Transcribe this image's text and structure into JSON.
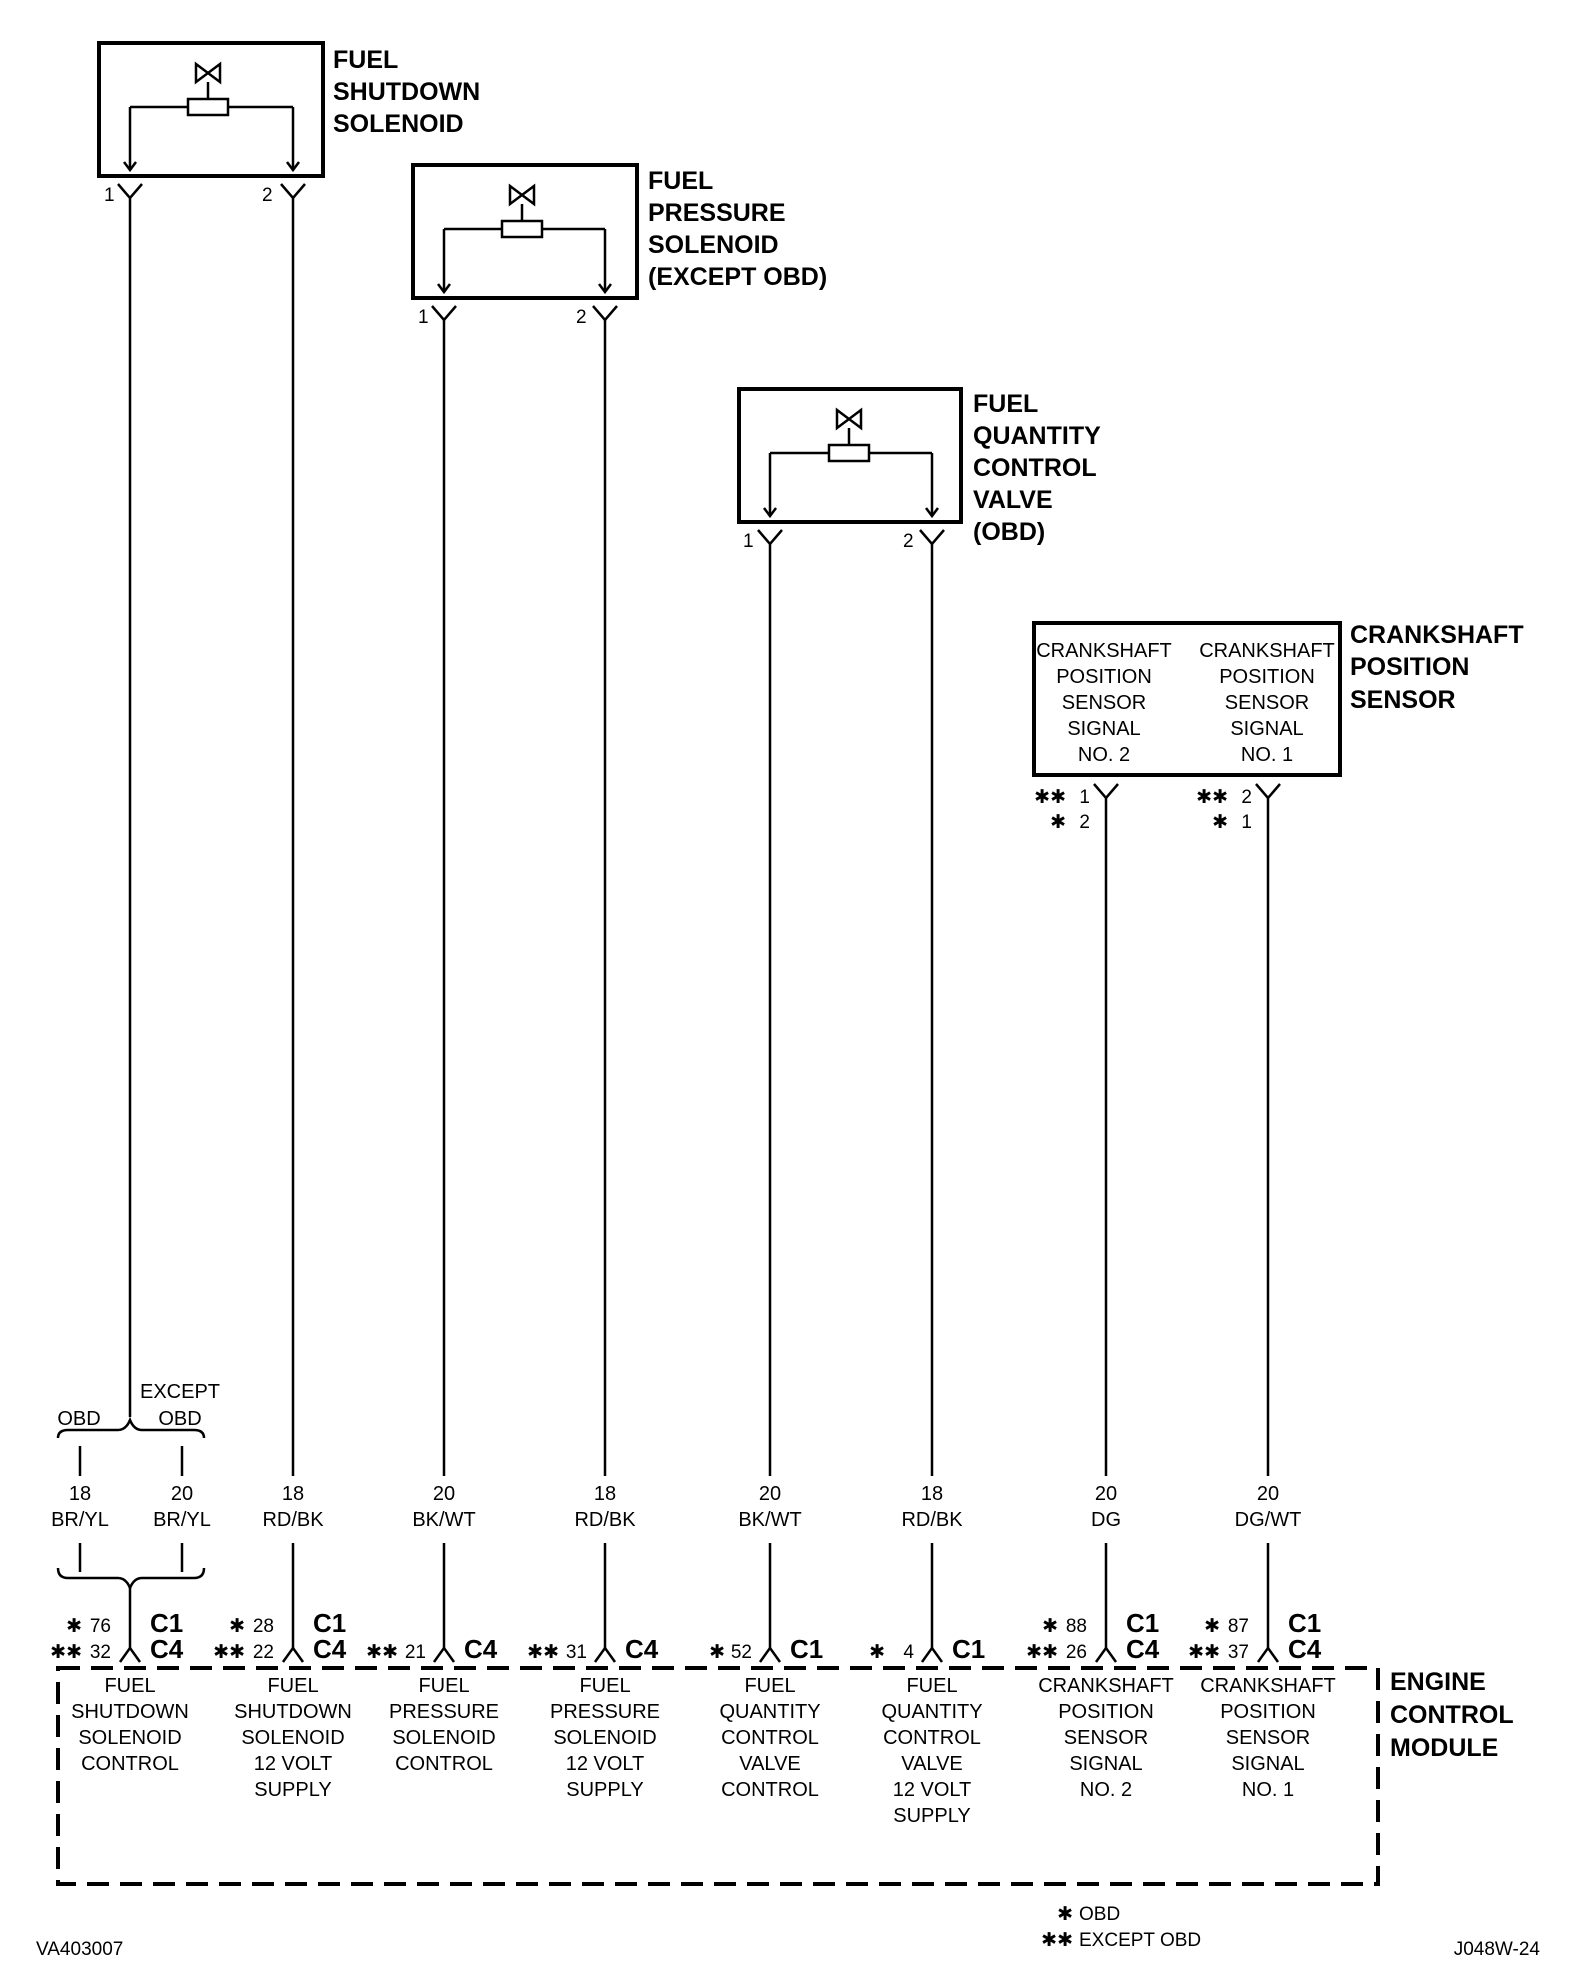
{
  "components": {
    "fuel_shutdown_solenoid": {
      "title": [
        "FUEL",
        "SHUTDOWN",
        "SOLENOID"
      ],
      "pins": [
        "1",
        "2"
      ]
    },
    "fuel_pressure_solenoid": {
      "title": [
        "FUEL",
        "PRESSURE",
        "SOLENOID",
        "(EXCEPT OBD)"
      ],
      "pins": [
        "1",
        "2"
      ]
    },
    "fuel_quantity_control_valve": {
      "title": [
        "FUEL",
        "QUANTITY",
        "CONTROL",
        "VALVE",
        "(OBD)"
      ],
      "pins": [
        "1",
        "2"
      ]
    },
    "crankshaft_position_sensor": {
      "title": [
        "CRANKSHAFT",
        "POSITION",
        "SENSOR"
      ],
      "inner_left": [
        "CRANKSHAFT",
        "POSITION",
        "SENSOR",
        "SIGNAL",
        "NO. 2"
      ],
      "inner_right": [
        "CRANKSHAFT",
        "POSITION",
        "SENSOR",
        "SIGNAL",
        "NO. 1"
      ],
      "left_pins": {
        "top_star": "✱✱",
        "top_num": "1",
        "bot_star": "✱",
        "bot_num": "2"
      },
      "right_pins": {
        "top_star": "✱✱",
        "top_num": "2",
        "bot_star": "✱",
        "bot_num": "1"
      }
    }
  },
  "split": {
    "left_label": "OBD",
    "right_label": [
      "EXCEPT",
      "OBD"
    ]
  },
  "wires": [
    {
      "gauge": "18",
      "color": "BR/YL"
    },
    {
      "gauge": "20",
      "color": "BR/YL"
    },
    {
      "gauge": "18",
      "color": "RD/BK"
    },
    {
      "gauge": "20",
      "color": "BK/WT"
    },
    {
      "gauge": "18",
      "color": "RD/BK"
    },
    {
      "gauge": "20",
      "color": "BK/WT"
    },
    {
      "gauge": "18",
      "color": "RD/BK"
    },
    {
      "gauge": "20",
      "color": "DG"
    },
    {
      "gauge": "20",
      "color": "DG/WT"
    }
  ],
  "ecm": {
    "title": [
      "ENGINE",
      "CONTROL",
      "MODULE"
    ],
    "pins": [
      {
        "r1_star": "✱",
        "r1_num": "76",
        "r1_conn": "C1",
        "r2_star": "✱✱",
        "r2_num": "32",
        "r2_conn": "C4",
        "label": [
          "FUEL",
          "SHUTDOWN",
          "SOLENOID",
          "CONTROL"
        ]
      },
      {
        "r1_star": "✱",
        "r1_num": "28",
        "r1_conn": "C1",
        "r2_star": "✱✱",
        "r2_num": "22",
        "r2_conn": "C4",
        "label": [
          "FUEL",
          "SHUTDOWN",
          "SOLENOID",
          "12 VOLT",
          "SUPPLY"
        ]
      },
      {
        "r2_star": "✱✱",
        "r2_num": "21",
        "r2_conn": "C4",
        "label": [
          "FUEL",
          "PRESSURE",
          "SOLENOID",
          "CONTROL"
        ]
      },
      {
        "r2_star": "✱✱",
        "r2_num": "31",
        "r2_conn": "C4",
        "label": [
          "FUEL",
          "PRESSURE",
          "SOLENOID",
          "12 VOLT",
          "SUPPLY"
        ]
      },
      {
        "r2_star": "✱",
        "r2_num": "52",
        "r2_conn": "C1",
        "label": [
          "FUEL",
          "QUANTITY",
          "CONTROL",
          "VALVE",
          "CONTROL"
        ]
      },
      {
        "r2_star": "✱",
        "r2_num": "4",
        "r2_conn": "C1",
        "label": [
          "FUEL",
          "QUANTITY",
          "CONTROL",
          "VALVE",
          "12 VOLT",
          "SUPPLY"
        ]
      },
      {
        "r1_star": "✱",
        "r1_num": "88",
        "r1_conn": "C1",
        "r2_star": "✱✱",
        "r2_num": "26",
        "r2_conn": "C4",
        "label": [
          "CRANKSHAFT",
          "POSITION",
          "SENSOR",
          "SIGNAL",
          "NO. 2"
        ]
      },
      {
        "r1_star": "✱",
        "r1_num": "87",
        "r1_conn": "C1",
        "r2_star": "✱✱",
        "r2_num": "37",
        "r2_conn": "C4",
        "label": [
          "CRANKSHAFT",
          "POSITION",
          "SENSOR",
          "SIGNAL",
          "NO. 1"
        ]
      }
    ]
  },
  "legend": [
    {
      "star": "✱",
      "text": "OBD"
    },
    {
      "star": "✱✱",
      "text": "EXCEPT OBD"
    }
  ],
  "footer": {
    "left": "VA403007",
    "right": "J048W-24"
  }
}
